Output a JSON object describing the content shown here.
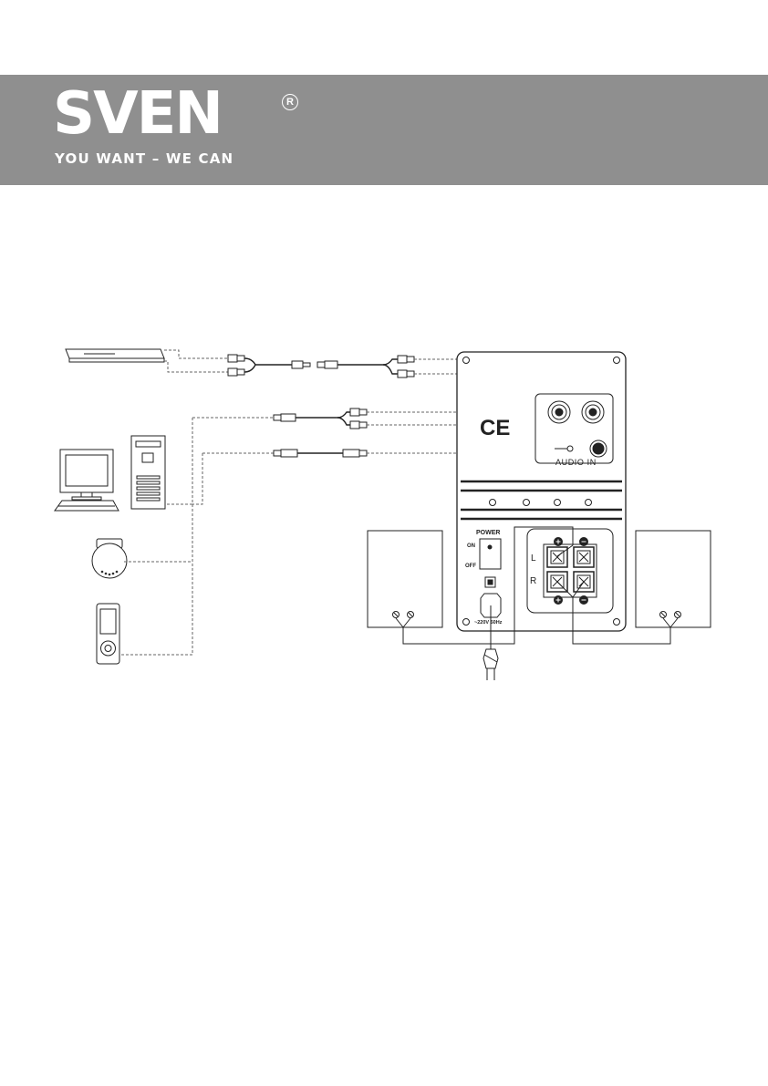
{
  "header": {
    "brand": "SVEN",
    "registered": "R",
    "slogan": "YOU WANT – WE CAN"
  },
  "diagram": {
    "ce_mark": "CE",
    "audio_in_label": "AUDIO IN",
    "power_label": "POWER",
    "on_label": "ON",
    "off_label": "OFF",
    "left_label": "L",
    "right_label": "R",
    "mains_label": "~220V 50Hz"
  },
  "colors": {
    "banner": "#8f8f8f",
    "line": "#222222",
    "dashed": "#888888"
  }
}
